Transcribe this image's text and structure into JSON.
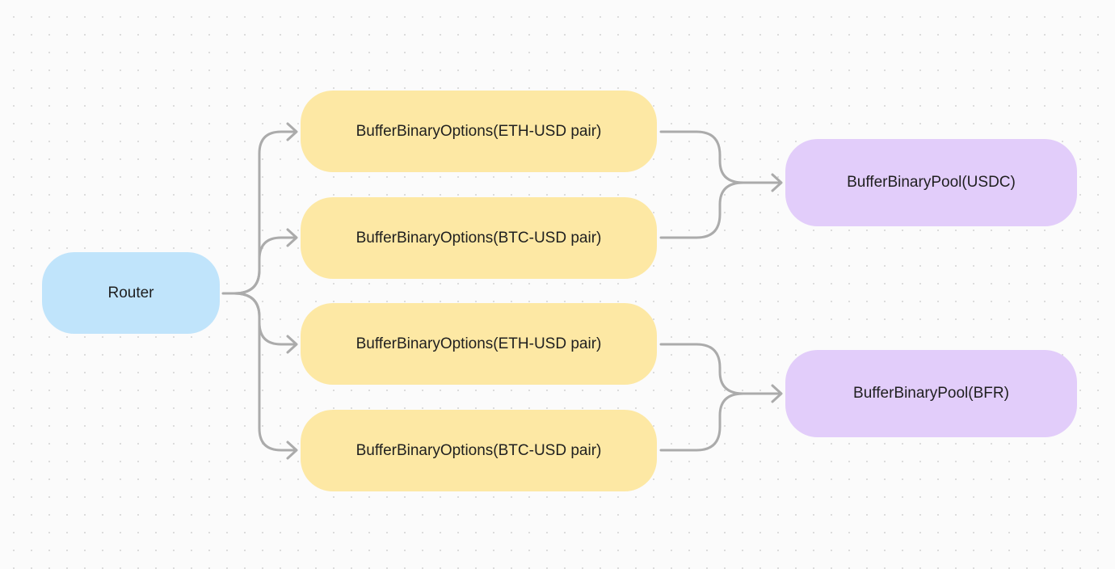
{
  "diagram": {
    "router": {
      "label": "Router"
    },
    "options": [
      {
        "label": "BufferBinaryOptions(ETH-USD pair)"
      },
      {
        "label": "BufferBinaryOptions(BTC-USD pair)"
      },
      {
        "label": "BufferBinaryOptions(ETH-USD pair)"
      },
      {
        "label": "BufferBinaryOptions(BTC-USD pair)"
      }
    ],
    "pools": [
      {
        "label": "BufferBinaryPool(USDC)"
      },
      {
        "label": "BufferBinaryPool(BFR)"
      }
    ],
    "edges": [
      {
        "from": "Router",
        "to": "BufferBinaryOptions(ETH-USD pair)"
      },
      {
        "from": "Router",
        "to": "BufferBinaryOptions(BTC-USD pair)"
      },
      {
        "from": "Router",
        "to": "BufferBinaryOptions(ETH-USD pair)"
      },
      {
        "from": "Router",
        "to": "BufferBinaryOptions(BTC-USD pair)"
      },
      {
        "from": "BufferBinaryOptions(ETH-USD pair)",
        "to": "BufferBinaryPool(USDC)"
      },
      {
        "from": "BufferBinaryOptions(BTC-USD pair)",
        "to": "BufferBinaryPool(USDC)"
      },
      {
        "from": "BufferBinaryOptions(ETH-USD pair)",
        "to": "BufferBinaryPool(BFR)"
      },
      {
        "from": "BufferBinaryOptions(BTC-USD pair)",
        "to": "BufferBinaryPool(BFR)"
      }
    ],
    "colors": {
      "router": "#c0e4fb",
      "options": "#fde8a4",
      "pools": "#e2cdfa",
      "edges": "#ababab"
    }
  }
}
